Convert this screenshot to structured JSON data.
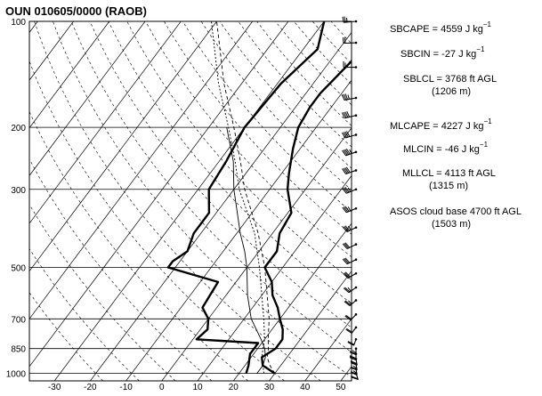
{
  "chart_data": {
    "type": "skew-t",
    "title": "OUN  010605/0000  (RAOB)",
    "x_ticks": [
      -30,
      -20,
      -10,
      0,
      10,
      20,
      30,
      40,
      50
    ],
    "pressure_levels": [
      100,
      200,
      300,
      500,
      700,
      850,
      1000
    ],
    "xlim": [
      -37,
      53
    ],
    "ylim_hPa": [
      1050,
      100
    ],
    "isotherm_step_C": 10,
    "series": [
      {
        "role": "temperature",
        "points": [
          [
            100,
            -17
          ],
          [
            130,
            -14
          ],
          [
            160,
            -16
          ],
          [
            175,
            -16
          ],
          [
            200,
            -15
          ],
          [
            230,
            -12
          ],
          [
            270,
            -8
          ],
          [
            300,
            -5
          ],
          [
            350,
            1
          ],
          [
            400,
            2
          ],
          [
            450,
            5
          ],
          [
            500,
            5
          ],
          [
            550,
            10
          ],
          [
            600,
            13
          ],
          [
            650,
            17
          ],
          [
            700,
            20
          ],
          [
            750,
            23
          ],
          [
            800,
            25
          ],
          [
            850,
            25
          ],
          [
            900,
            23
          ],
          [
            950,
            25
          ],
          [
            1000,
            30
          ]
        ]
      },
      {
        "role": "dewpoint",
        "points": [
          [
            100,
            -30
          ],
          [
            120,
            -26
          ],
          [
            150,
            -29
          ],
          [
            200,
            -30
          ],
          [
            250,
            -28
          ],
          [
            300,
            -27
          ],
          [
            350,
            -22
          ],
          [
            400,
            -22
          ],
          [
            450,
            -20
          ],
          [
            480,
            -22
          ],
          [
            500,
            -22
          ],
          [
            550,
            -5
          ],
          [
            650,
            -4
          ],
          [
            700,
            0
          ],
          [
            750,
            2
          ],
          [
            800,
            1
          ],
          [
            820,
            19
          ],
          [
            850,
            19
          ],
          [
            880,
            19
          ],
          [
            950,
            21
          ],
          [
            1000,
            22
          ]
        ]
      },
      {
        "role": "sb-parcel",
        "points": [
          [
            1000,
            30
          ],
          [
            950,
            27
          ],
          [
            900,
            24.5
          ],
          [
            850,
            23
          ],
          [
            800,
            21
          ],
          [
            700,
            17
          ],
          [
            600,
            11.5
          ],
          [
            500,
            5
          ],
          [
            400,
            -4
          ],
          [
            300,
            -17
          ],
          [
            250,
            -24
          ],
          [
            200,
            -33
          ],
          [
            150,
            -45
          ],
          [
            100,
            -60
          ]
        ]
      },
      {
        "role": "ml-parcel",
        "points": [
          [
            1000,
            27
          ],
          [
            950,
            25
          ],
          [
            900,
            23
          ],
          [
            850,
            21.5
          ],
          [
            800,
            20
          ],
          [
            700,
            15.5
          ],
          [
            600,
            10
          ],
          [
            500,
            3.5
          ],
          [
            400,
            -5
          ],
          [
            300,
            -18.5
          ],
          [
            250,
            -25.5
          ],
          [
            200,
            -34.5
          ],
          [
            150,
            -46.5
          ],
          [
            100,
            -61.5
          ]
        ]
      },
      {
        "role": "virtual-temperature",
        "points": [
          [
            1000,
            25
          ],
          [
            950,
            25
          ],
          [
            900,
            24
          ],
          [
            850,
            22
          ],
          [
            800,
            19
          ],
          [
            700,
            12
          ],
          [
            600,
            6
          ],
          [
            500,
            0
          ],
          [
            450,
            -4
          ],
          [
            400,
            -9
          ],
          [
            300,
            -20
          ],
          [
            250,
            -26
          ],
          [
            200,
            -35
          ]
        ]
      }
    ],
    "wind_barbs": [
      {
        "p": 100,
        "dir": 260,
        "spd": 25
      },
      {
        "p": 115,
        "dir": 265,
        "spd": 20
      },
      {
        "p": 135,
        "dir": 270,
        "spd": 15
      },
      {
        "p": 165,
        "dir": 250,
        "spd": 35
      },
      {
        "p": 185,
        "dir": 245,
        "spd": 40
      },
      {
        "p": 210,
        "dir": 240,
        "spd": 40
      },
      {
        "p": 235,
        "dir": 235,
        "spd": 45
      },
      {
        "p": 265,
        "dir": 235,
        "spd": 40
      },
      {
        "p": 300,
        "dir": 230,
        "spd": 35
      },
      {
        "p": 340,
        "dir": 230,
        "spd": 35
      },
      {
        "p": 385,
        "dir": 225,
        "spd": 35
      },
      {
        "p": 430,
        "dir": 225,
        "spd": 30
      },
      {
        "p": 475,
        "dir": 225,
        "spd": 30
      },
      {
        "p": 520,
        "dir": 220,
        "spd": 30
      },
      {
        "p": 570,
        "dir": 215,
        "spd": 25
      },
      {
        "p": 620,
        "dir": 210,
        "spd": 25
      },
      {
        "p": 680,
        "dir": 205,
        "spd": 20
      },
      {
        "p": 740,
        "dir": 200,
        "spd": 20
      },
      {
        "p": 800,
        "dir": 190,
        "spd": 20
      },
      {
        "p": 850,
        "dir": 180,
        "spd": 25
      },
      {
        "p": 880,
        "dir": 180,
        "spd": 30
      },
      {
        "p": 910,
        "dir": 175,
        "spd": 30
      },
      {
        "p": 940,
        "dir": 175,
        "spd": 25
      },
      {
        "p": 970,
        "dir": 175,
        "spd": 25
      },
      {
        "p": 1000,
        "dir": 170,
        "spd": 20
      }
    ]
  },
  "panel": {
    "sbcape": {
      "label": "SBCAPE = 4559 J kg",
      "exp": "−1"
    },
    "sbcin": {
      "label": "SBCIN =  -27  J kg",
      "exp": "−1"
    },
    "sblcl": {
      "label": "SBLCL = 3768 ft AGL",
      "sub": "(1206 m)"
    },
    "mlcape": {
      "label": "MLCAPE = 4227 J kg",
      "exp": "−1"
    },
    "mlcin": {
      "label": "MLCIN =  -46  J kg",
      "exp": "−1"
    },
    "mllcl": {
      "label": "MLLCL = 4113 ft AGL",
      "sub": "(1315 m)"
    },
    "asos": {
      "label": "ASOS cloud base  4700 ft AGL",
      "sub": "(1503 m)"
    }
  }
}
